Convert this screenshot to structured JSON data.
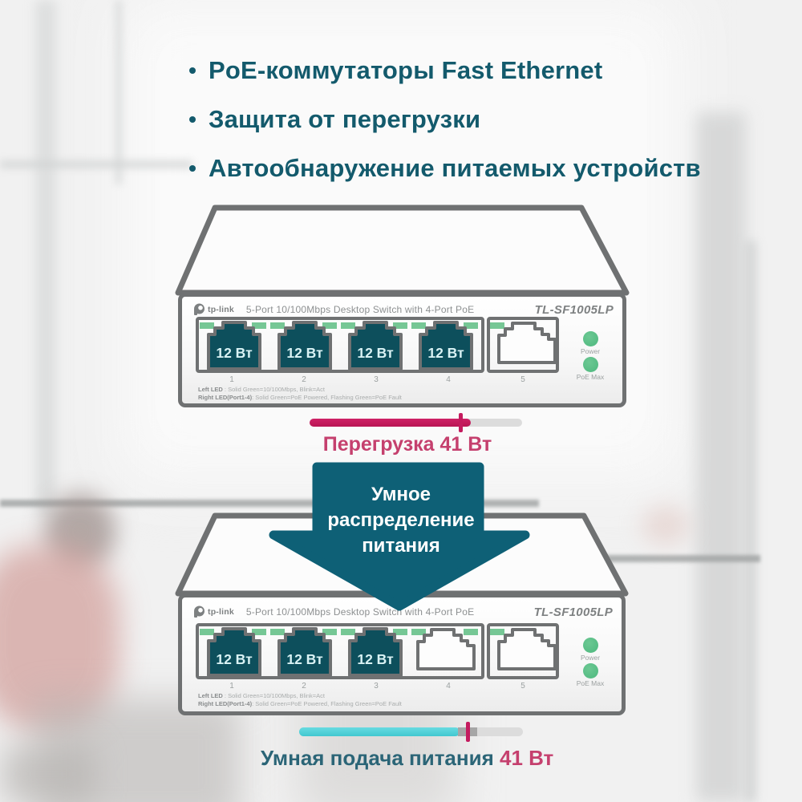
{
  "bullets": [
    "PoE-коммутаторы Fast Ethernet",
    "Защита от перегрузки",
    "Автообнаружение питаемых устройств"
  ],
  "switch_common": {
    "brand": "tp-link",
    "title": "5-Port 10/100Mbps Desktop Switch with 4-Port PoE",
    "model": "TL-SF1005LP",
    "power_led_label": "Power",
    "poe_max_led_label": "PoE Max",
    "port_numbers": [
      "1",
      "2",
      "3",
      "4",
      "5"
    ],
    "legend": {
      "line1_label": "Left LED",
      "line1_text": " :  Solid Green=10/100Mbps, Blink=Act",
      "line2_label": "Right LED(Port1-4)",
      "line2_text": ":  Solid Green=PoE Powered, Flashing Green=PoE Fault"
    }
  },
  "top_switch": {
    "occupied_ports": 4,
    "ports_power": [
      "12 Вт",
      "12 Вт",
      "12 Вт",
      "12 Вт"
    ],
    "bar": {
      "label": "Перегрузка 41 Вт",
      "fill_pct": 76,
      "budget_tick_pct": 71
    }
  },
  "arrow": {
    "lines": [
      "Умное",
      "распределение",
      "питания"
    ]
  },
  "bottom_switch": {
    "occupied_ports": 3,
    "ports_power": [
      "12 Вт",
      "12 Вт",
      "12 Вт"
    ],
    "bar": {
      "label_text": "Умная подача питания ",
      "label_value": "41 Вт",
      "fill_pct": 72,
      "budget_tick_pct": 75
    }
  },
  "colors": {
    "accent_teal": "#135a6c",
    "arrow_teal": "#0e6076",
    "port_teal": "#0d4f5c",
    "crimson": "#c41b5e",
    "cyan": "#4fd0d8",
    "led_green": "#6cc893",
    "chassis_border": "#6f7172"
  }
}
